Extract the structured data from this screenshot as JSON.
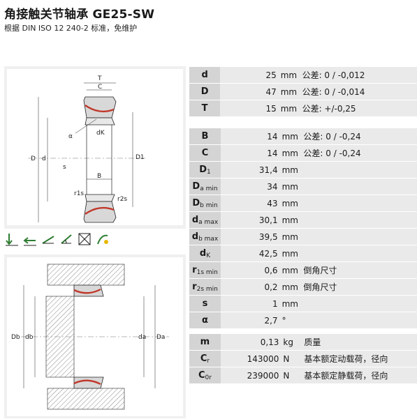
{
  "header": {
    "title": "角接触关节轴承 GE25-SW",
    "subtitle": "根据 DIN ISO 12 240-2 标准，免维护"
  },
  "drawing_labels": {
    "T": "T",
    "C": "C",
    "alpha": "α",
    "dK": "dK",
    "D": "D",
    "d": "d",
    "D1": "D1",
    "s": "s",
    "B": "B",
    "r1s": "r1s",
    "r2s": "r2s",
    "Db": "Db",
    "db": "db",
    "da": "da",
    "Da": "Da"
  },
  "icons": [
    "radial-load-icon",
    "axial-load-icon",
    "angular-misalignment-icon",
    "tilt-icon",
    "maintenance-free-icon",
    "lubrication-icon"
  ],
  "groups": [
    [
      {
        "sym": "d",
        "sub": "",
        "value": "25",
        "unit": "mm",
        "note": "公差: 0 / -0,012"
      },
      {
        "sym": "D",
        "sub": "",
        "value": "47",
        "unit": "mm",
        "note": "公差: 0 / -0,014"
      },
      {
        "sym": "T",
        "sub": "",
        "value": "15",
        "unit": "mm",
        "note": "公差: +/-0,25"
      }
    ],
    [
      {
        "sym": "B",
        "sub": "",
        "value": "14",
        "unit": "mm",
        "note": "公差: 0 / -0,24"
      },
      {
        "sym": "C",
        "sub": "",
        "value": "14",
        "unit": "mm",
        "note": "公差: 0 / -0,24"
      },
      {
        "sym": "D",
        "sub": "1",
        "value": "31,4",
        "unit": "mm",
        "note": ""
      },
      {
        "sym": "D",
        "sub": "a min",
        "value": "34",
        "unit": "mm",
        "note": ""
      },
      {
        "sym": "D",
        "sub": "b min",
        "value": "43",
        "unit": "mm",
        "note": ""
      },
      {
        "sym": "d",
        "sub": "a max",
        "value": "30,1",
        "unit": "mm",
        "note": ""
      },
      {
        "sym": "d",
        "sub": "b max",
        "value": "39,5",
        "unit": "mm",
        "note": ""
      },
      {
        "sym": "d",
        "sub": "K",
        "value": "42,5",
        "unit": "mm",
        "note": ""
      },
      {
        "sym": "r",
        "sub": "1s min",
        "value": "0,6",
        "unit": "mm",
        "note": "倒角尺寸"
      },
      {
        "sym": "r",
        "sub": "2s min",
        "value": "0,2",
        "unit": "mm",
        "note": "倒角尺寸"
      },
      {
        "sym": "s",
        "sub": "",
        "value": "1",
        "unit": "mm",
        "note": ""
      },
      {
        "sym": "α",
        "sub": "",
        "value": "2,7",
        "unit": "°",
        "note": ""
      }
    ],
    [
      {
        "sym": "m",
        "sub": "",
        "value": "0,13",
        "unit": "kg",
        "note": "质量"
      },
      {
        "sym": "C",
        "sub": "r",
        "value": "143000",
        "unit": "N",
        "note": "基本额定动载荷，径向"
      },
      {
        "sym": "C",
        "sub": "0r",
        "value": "239000",
        "unit": "N",
        "note": "基本额定静载荷，径向"
      }
    ]
  ]
}
